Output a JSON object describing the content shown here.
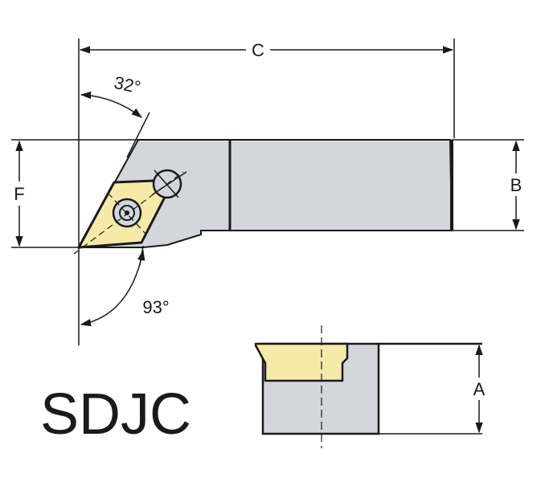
{
  "model": "SDJC",
  "dimensions": {
    "c": "C",
    "f": "F",
    "b": "B",
    "a": "A"
  },
  "angles": {
    "lead": "32°",
    "approach": "93°"
  },
  "colors": {
    "body": "#d3d6dc",
    "insert": "#f6eaa9",
    "outline": "#1a1a1a",
    "background": "#ffffff"
  }
}
